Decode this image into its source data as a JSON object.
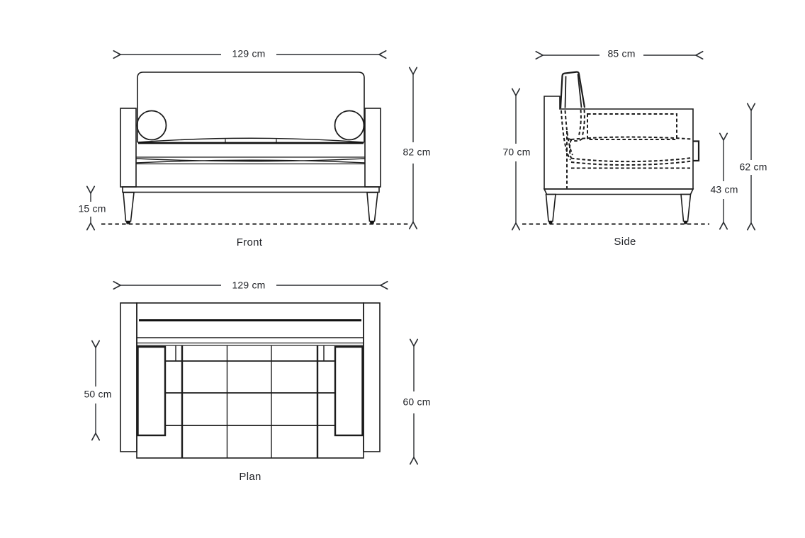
{
  "figure": {
    "views": {
      "front": {
        "label": "Front",
        "width": "129 cm",
        "height": "82 cm",
        "leg_height": "15 cm"
      },
      "side": {
        "label": "Side",
        "depth": "85 cm",
        "height": "70 cm",
        "arm_height": "62 cm",
        "seat_height": "43 cm"
      },
      "plan": {
        "label": "Plan",
        "width": "129 cm",
        "seat_depth": "50 cm",
        "depth": "60 cm"
      }
    }
  },
  "colors": {
    "line": "#1c1c1c",
    "dim_line": "#2a2d31",
    "text": "#1f2126",
    "background": "#ffffff"
  }
}
